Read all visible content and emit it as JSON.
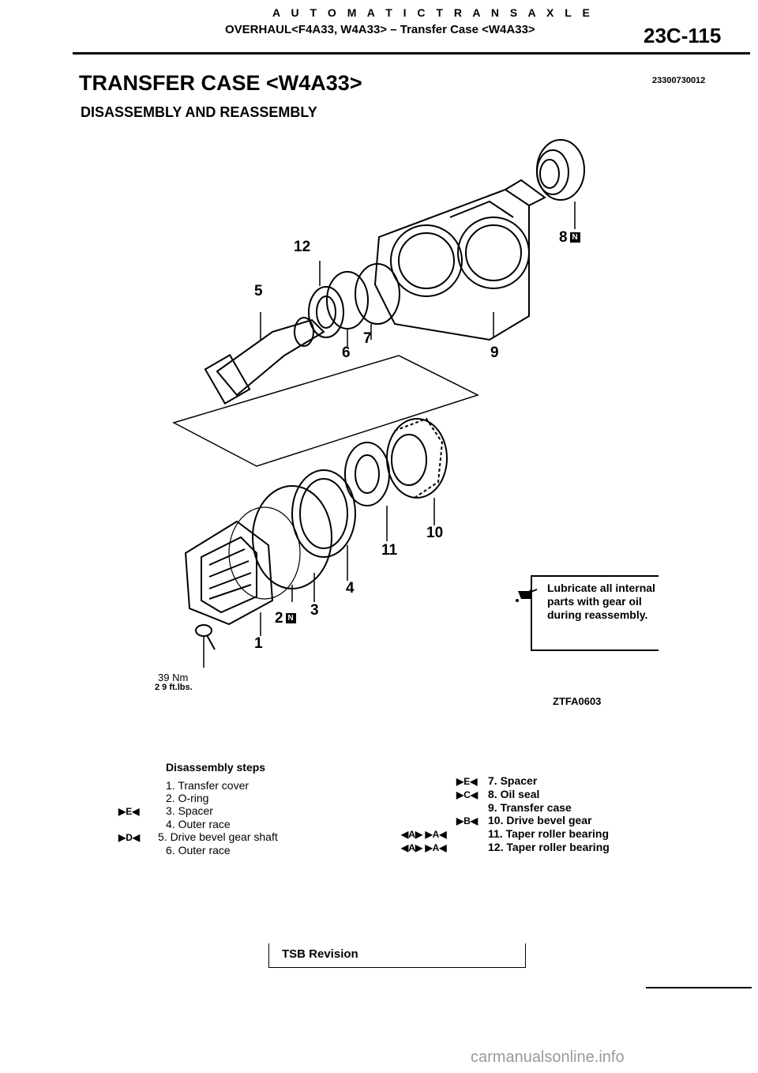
{
  "header": {
    "section": "A U T O M A T I C   T R A N S A X L E",
    "subsection": "OVERHAUL<F4A33, W4A33> – Transfer Case <W4A33>",
    "page_number": "23C-115"
  },
  "page": {
    "title": "TRANSFER CASE <W4A33>",
    "subtitle": "DISASSEMBLY AND REASSEMBLY",
    "doc_code": "23300730012"
  },
  "figure": {
    "callouts": [
      "12",
      "5",
      "6",
      "7",
      "9",
      "8",
      "10",
      "11",
      "4",
      "3",
      "2",
      "1"
    ],
    "new_part_badge": "N",
    "torque_nm": "39 Nm",
    "torque_ftlbs": "2 9 ft.lbs.",
    "figure_code": "ZTFA0603",
    "lube_note": "Lubricate all internal parts with gear oil during reassembly.",
    "lube_icon": "oil-can-icon"
  },
  "steps": {
    "title": "Disassembly steps",
    "left": [
      {
        "mark": "",
        "text": "1. Transfer cover"
      },
      {
        "mark": "",
        "text": "2. O-ring"
      },
      {
        "mark": "▶E◀",
        "text": "3. Spacer"
      },
      {
        "mark": "",
        "text": "4. Outer race"
      },
      {
        "mark": "▶D◀",
        "text": "5. Drive bevel gear shaft"
      },
      {
        "mark": "",
        "text": "6. Outer race"
      }
    ],
    "right": [
      {
        "mark": "▶E◀",
        "text": "7. Spacer"
      },
      {
        "mark": "▶C◀",
        "text": "8. Oil seal"
      },
      {
        "mark": "",
        "text": "9. Transfer case"
      },
      {
        "mark": "▶B◀",
        "text": "10. Drive bevel gear"
      },
      {
        "mark": "◀A▶ ▶A◀",
        "text": "11. Taper roller bearing"
      },
      {
        "mark": "◀A▶ ▶A◀",
        "text": "12. Taper roller bearing"
      }
    ]
  },
  "footer": {
    "tsb": "TSB Revision",
    "watermark": "carmanualsonline.info"
  }
}
